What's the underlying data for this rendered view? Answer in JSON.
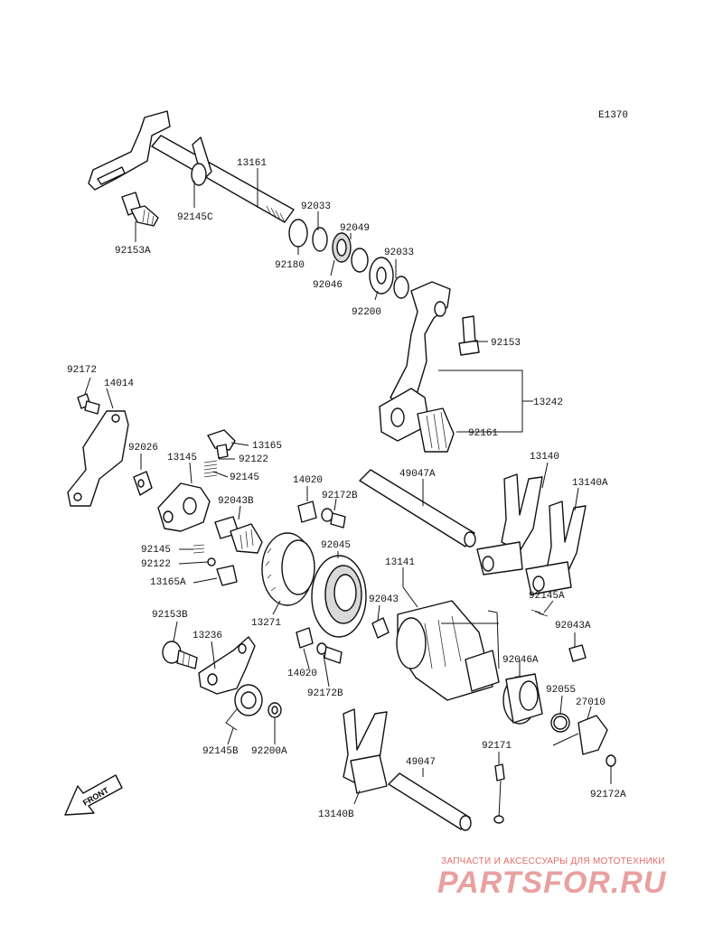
{
  "diagram": {
    "code": "E1370",
    "front_label": "FRONT",
    "parts": {
      "p13161": "13161",
      "p92145C": "92145C",
      "p92153A": "92153A",
      "p92033a": "92033",
      "p92049": "92049",
      "p92180": "92180",
      "p92046": "92046",
      "p92033b": "92033",
      "p92200": "92200",
      "p92153": "92153",
      "p13242": "13242",
      "p92161": "92161",
      "p92172": "92172",
      "p14014": "14014",
      "p92026": "92026",
      "p13145": "13145",
      "p13165": "13165",
      "p92122a": "92122",
      "p92145a": "92145",
      "p14020a": "14020",
      "p92172Ba": "92172B",
      "p92043B": "92043B",
      "p49047A": "49047A",
      "p13140": "13140",
      "p13140A": "13140A",
      "p92045": "92045",
      "p92145b": "92145",
      "p92122b": "92122",
      "p13165A": "13165A",
      "p13141": "13141",
      "p92043": "92043",
      "p13271": "13271",
      "p92145A": "92145A",
      "p92043A": "92043A",
      "p92153B": "92153B",
      "p13236": "13236",
      "p92046A": "92046A",
      "p14020b": "14020",
      "p92172Bb": "92172B",
      "p92055": "92055",
      "p27010": "27010",
      "p92145B": "92145B",
      "p92200A": "92200A",
      "p49047": "49047",
      "p92171": "92171",
      "p92172A": "92172A",
      "p13140B": "13140B"
    }
  },
  "watermark": {
    "subtitle": "ЗАПЧАСТИ И АКСЕССУАРЫ ДЛЯ МОТОТЕХНИКИ",
    "logo": "PARTSFOR.RU"
  }
}
